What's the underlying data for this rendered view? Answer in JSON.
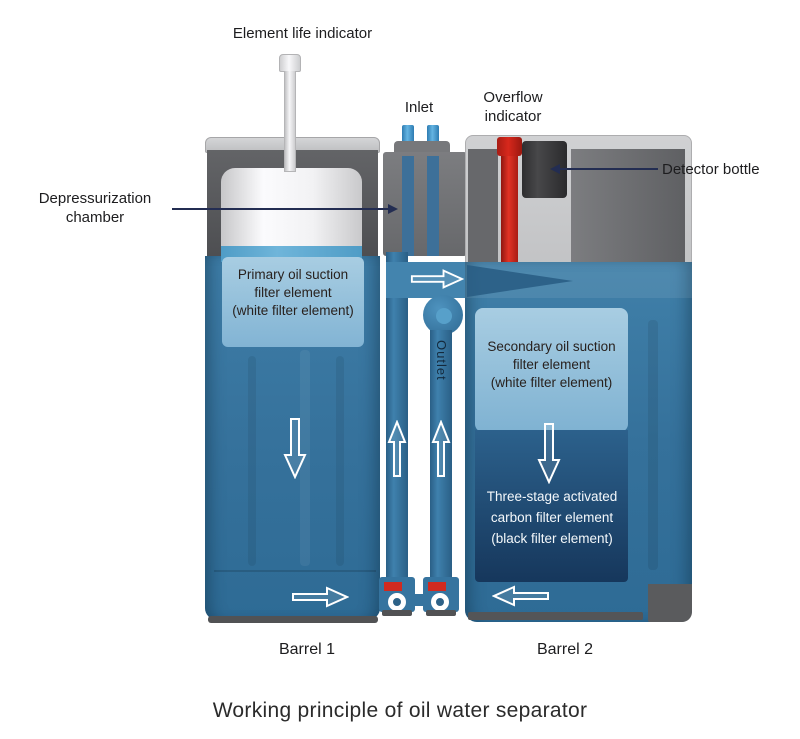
{
  "caption": "Working principle of oil water separator",
  "labels": {
    "element_life_indicator": "Element life indicator",
    "depressurization_chamber": "Depressurization chamber",
    "inlet": "Inlet",
    "overflow_indicator": "Overflow indicator",
    "detector_bottle": "Detector bottle",
    "outlet": "Outlet",
    "barrel_1": "Barrel 1",
    "barrel_2": "Barrel 2"
  },
  "filters": {
    "primary": [
      "Primary oil suction",
      "filter element",
      "(white filter element)"
    ],
    "secondary": [
      "Secondary oil suction",
      "filter element",
      "(white filter element)"
    ],
    "carbon": [
      "Three-stage activated",
      "carbon filter element",
      "(black filter element)"
    ]
  },
  "colors": {
    "barrel_blue": "#36729c",
    "water_band_blue": "#4886af",
    "light_filter_box": "#8fbdd9",
    "dark_carbon_box": "#1c4468",
    "teal_strip": "#5fa8d0",
    "overflow_red": "#d02a20",
    "shell_light_gray": "#c9cacc",
    "shell_dark_gray": "#5a5b5e",
    "annotation_navy": "#232d52",
    "white_element": "#f6f6f8"
  }
}
